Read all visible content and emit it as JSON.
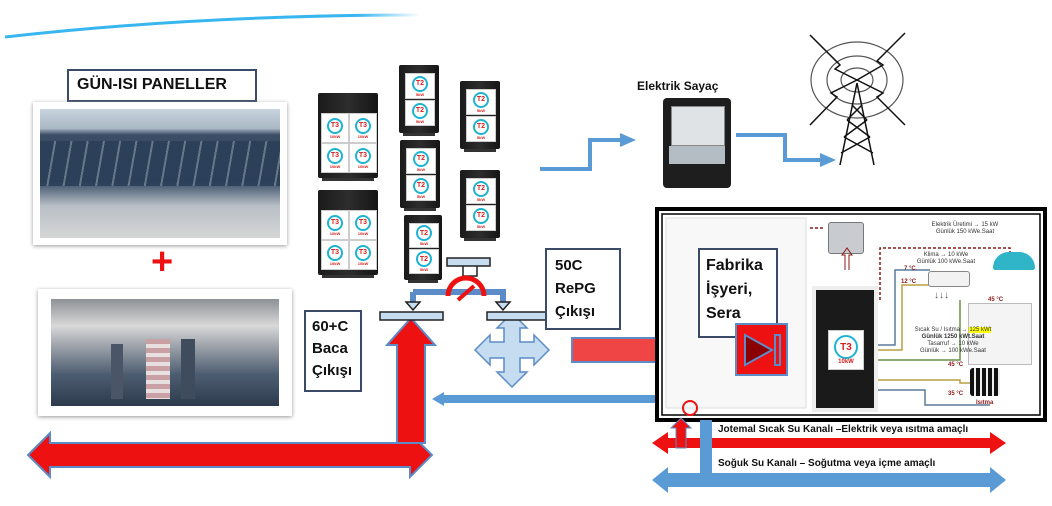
{
  "title_panels": "GÜN-ISI PANELLER",
  "plus_sign": "+",
  "meter_label": "Elektrik Sayaç",
  "label_baca": [
    "60+C",
    "Baca",
    "Çıkışı"
  ],
  "label_repg": [
    "50C",
    "RePG",
    "Çıkışı"
  ],
  "label_fabrika": [
    "Fabrika",
    "İşyeri,",
    "Sera"
  ],
  "channel_hot": "Jotemal Sıcak Su Kanalı –Elektrik veya ısıtma amaçlı",
  "channel_cold": "Soğuk Su Kanalı – Soğutma veya içme amaçlı",
  "racks": {
    "t3_badge": "T3",
    "t3_kw": "10kW",
    "t2_badge": "T2",
    "t2_kw": "5kW"
  },
  "inset": {
    "unit_badge": "T3",
    "unit_kw": "10kW",
    "elec_line1": "Elektrik Üretimi → 15 kW",
    "elec_line2": "Günlük 150 kWe.Saat",
    "klima_line1": "Klima → 10 kWe",
    "klima_line2": "Günlük 100 kWe.Saat",
    "temp_7": "7 °C",
    "temp_12": "12 °C",
    "temp_45_top": "45 °C",
    "hot_line1_prefix": "Sıcak Su / Isıtma →",
    "hot_line1_value": "125 kWt",
    "hot_line2": "Günlük 1250 kWt.Saat",
    "hot_line3": "Tasarruf → 10 kWe",
    "hot_line4": "Günlük → 100 kWe.Saat",
    "temp_45": "45 °C",
    "temp_35": "35 °C",
    "isitma_label": "Isıtma"
  },
  "colors": {
    "hot_red": "#ee1111",
    "cold_blue": "#5b9bd5",
    "light_blue": "#c6dcf0",
    "header_line": "#38b6f0",
    "highlight": "#ffff00"
  }
}
